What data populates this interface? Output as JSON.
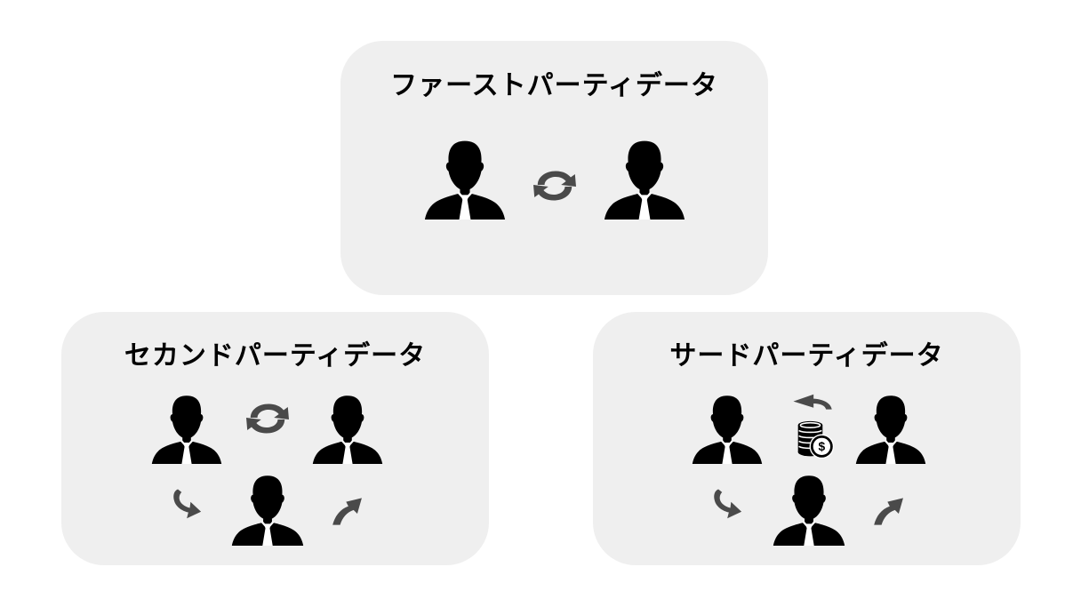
{
  "panels": {
    "first_party": {
      "title": "ファーストパーティデータ"
    },
    "second_party": {
      "title": "セカンドパーティデータ"
    },
    "third_party": {
      "title": "サードパーティデータ",
      "coin_symbol": "$"
    }
  },
  "colors": {
    "panel_background": "#efefef",
    "person_fill": "#000000",
    "arrow_fill": "#4a4a4a"
  },
  "icons": {
    "person": "person-icon",
    "exchange": "exchange-arrows-icon",
    "arrow_down_right": "curved-arrow-down-right-icon",
    "arrow_up_right": "curved-arrow-up-right-icon",
    "arrow_back": "curved-arrow-back-icon",
    "coins": "coins-dollar-icon"
  }
}
